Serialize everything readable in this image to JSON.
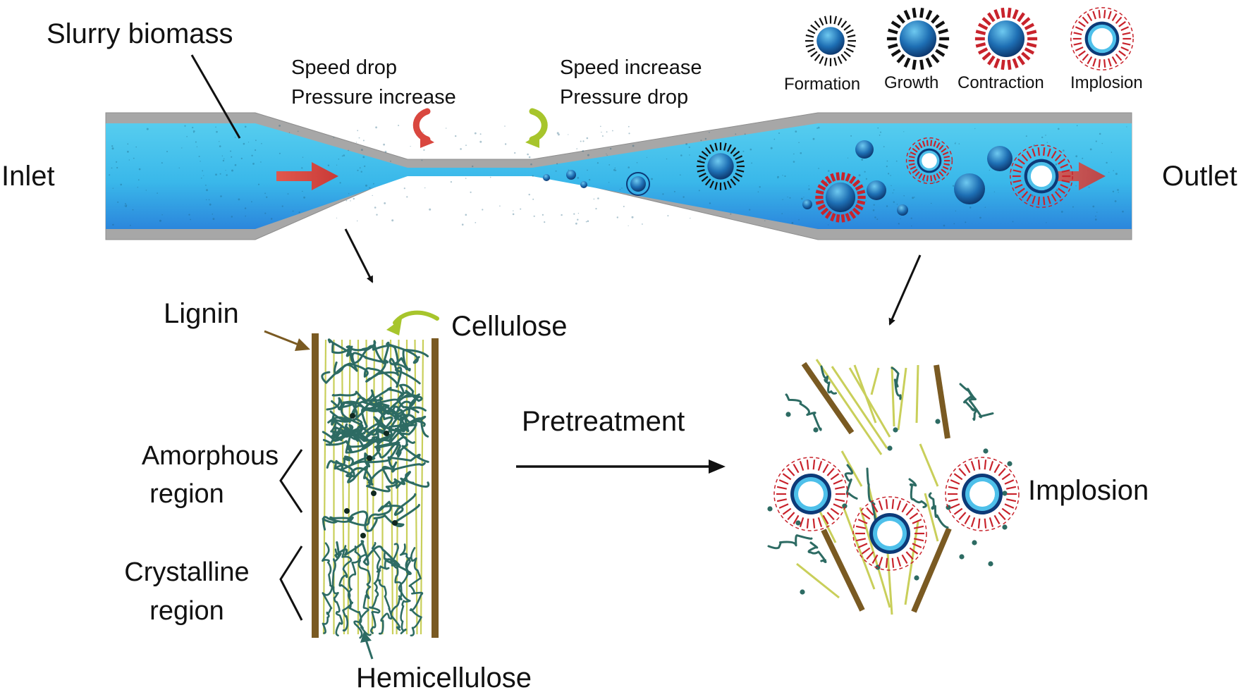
{
  "labels": {
    "slurry_biomass": "Slurry biomass",
    "inlet": "Inlet",
    "outlet": "Outlet",
    "speed_drop": "Speed drop",
    "pressure_increase": "Pressure increase",
    "speed_increase": "Speed increase",
    "pressure_drop": "Pressure drop",
    "lignin": "Lignin",
    "cellulose": "Cellulose",
    "amorphous_line1": "Amorphous",
    "amorphous_line2": "region",
    "crystalline_line1": "Crystalline",
    "crystalline_line2": "region",
    "hemicellulose": "Hemicellulose",
    "pretreatment": "Pretreatment",
    "implosion_main": "Implosion"
  },
  "legend": [
    {
      "label": "Formation",
      "icon": "formation-bubble-icon"
    },
    {
      "label": "Growth",
      "icon": "growth-bubble-icon"
    },
    {
      "label": "Contraction",
      "icon": "contraction-bubble-icon"
    },
    {
      "label": "Implosion",
      "icon": "implosion-bubble-icon"
    }
  ],
  "colors": {
    "fluid": "#4cc6ea",
    "fluid_deep": "#2a8fd8",
    "pipe_wall": "#a9a9a9",
    "bubble_dark": "#0b2f6b",
    "bubble_light": "#3aa0d8",
    "contraction_red": "#c8232c",
    "lignin_brown": "#7a5a22",
    "cellulose_yellow": "#c9cf5a",
    "hemicellulose_teal": "#2d6b63",
    "arrow_red": "#d9473f",
    "arrow_green": "#a7c52c"
  }
}
